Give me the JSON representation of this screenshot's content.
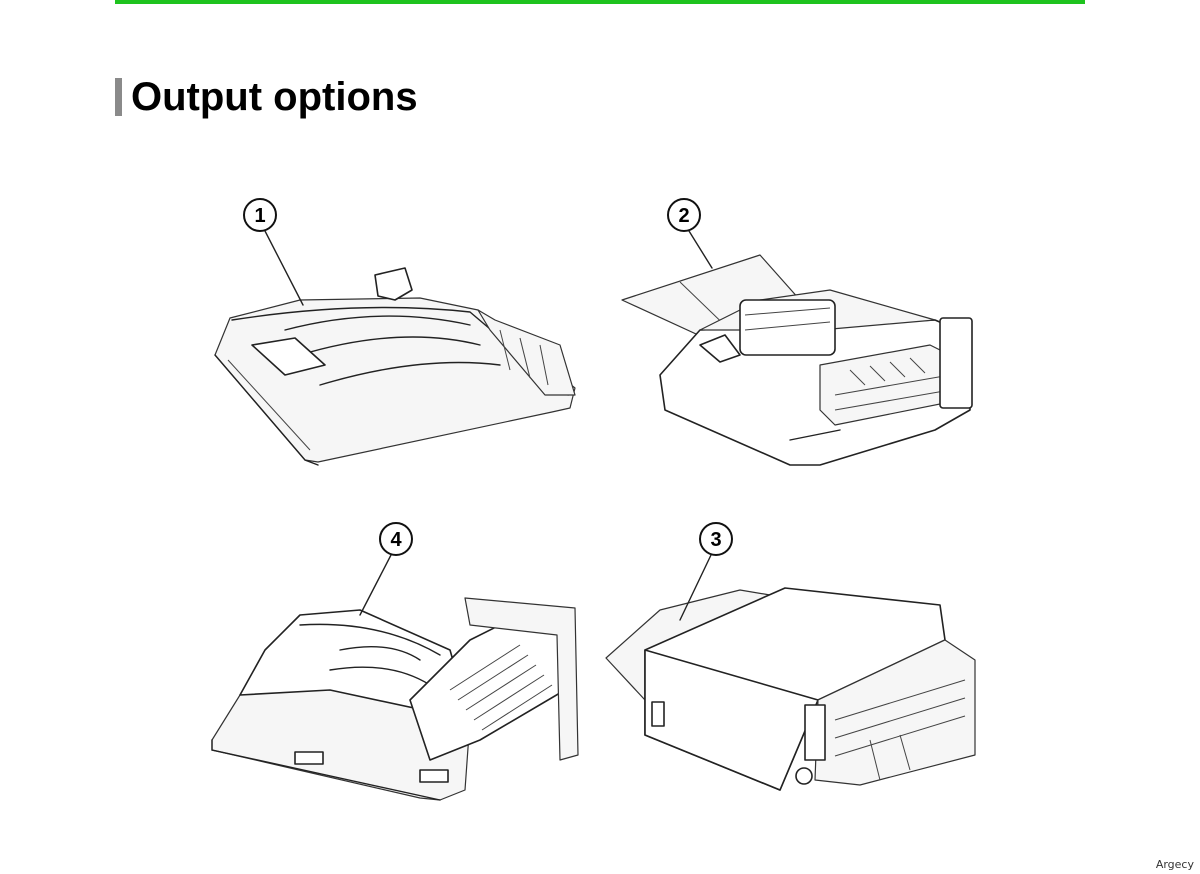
{
  "page": {
    "title": "Output options",
    "footer": "Argecy"
  },
  "colors": {
    "top_rule": "#1ec31e",
    "title_bar": "#8a8a8a"
  },
  "callouts": [
    {
      "number": "1",
      "icon": "output-tray-illustration"
    },
    {
      "number": "2",
      "icon": "output-unit-illustration"
    },
    {
      "number": "3",
      "icon": "finisher-unit-illustration"
    },
    {
      "number": "4",
      "icon": "stacker-tray-illustration"
    }
  ]
}
